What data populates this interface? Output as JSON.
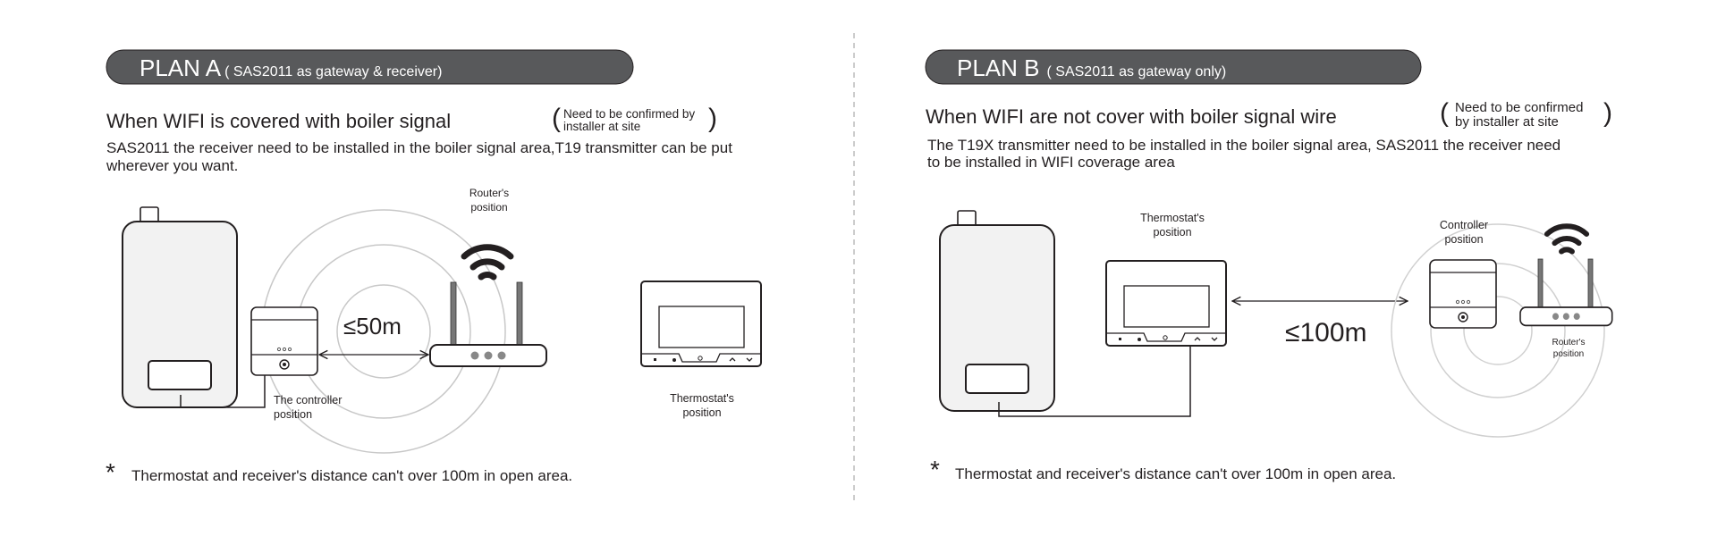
{
  "plan_a": {
    "title": "PLAN A",
    "subtitle": "( SAS2011 as gateway & receiver)",
    "heading": "When WIFI is covered with boiler signal",
    "note_line1": "Need to be confirmed by",
    "note_line2": "installer at site",
    "body_line1": "SAS2011 the receiver need to be installed in the boiler signal area,T19 transmitter can be put",
    "body_line2": "wherever you want.",
    "router_label_1": "Router's",
    "router_label_2": "position",
    "distance": "≤50m",
    "controller_label_1": "The controller",
    "controller_label_2": "position",
    "thermostat_label_1": "Thermostat's",
    "thermostat_label_2": "position",
    "footnote_mark": "*",
    "footnote": "Thermostat and receiver's distance can't over 100m in open area."
  },
  "plan_b": {
    "title": "PLAN B",
    "subtitle": "( SAS2011 as gateway only)",
    "heading": "When WIFI are not cover with boiler signal wire",
    "note_line1": "Need to be confirmed",
    "note_line2": "by installer at site",
    "body_line1": "The T19X transmitter need to be installed in the boiler signal area, SAS2011 the receiver need",
    "body_line2": "to be installed in WIFI coverage area",
    "thermostat_label_1": "Thermostat's",
    "thermostat_label_2": "position",
    "distance": "≤100m",
    "controller_label_1": "Controller",
    "controller_label_2": "position",
    "router_label_1": "Router's",
    "router_label_2": "position",
    "footnote_mark": "*",
    "footnote": "Thermostat and receiver's distance can't over 100m in open area."
  },
  "colors": {
    "pill": "#58595b",
    "line": "#231f20",
    "circle": "#c8c8c8",
    "device_fill": "#f2f2f2"
  }
}
